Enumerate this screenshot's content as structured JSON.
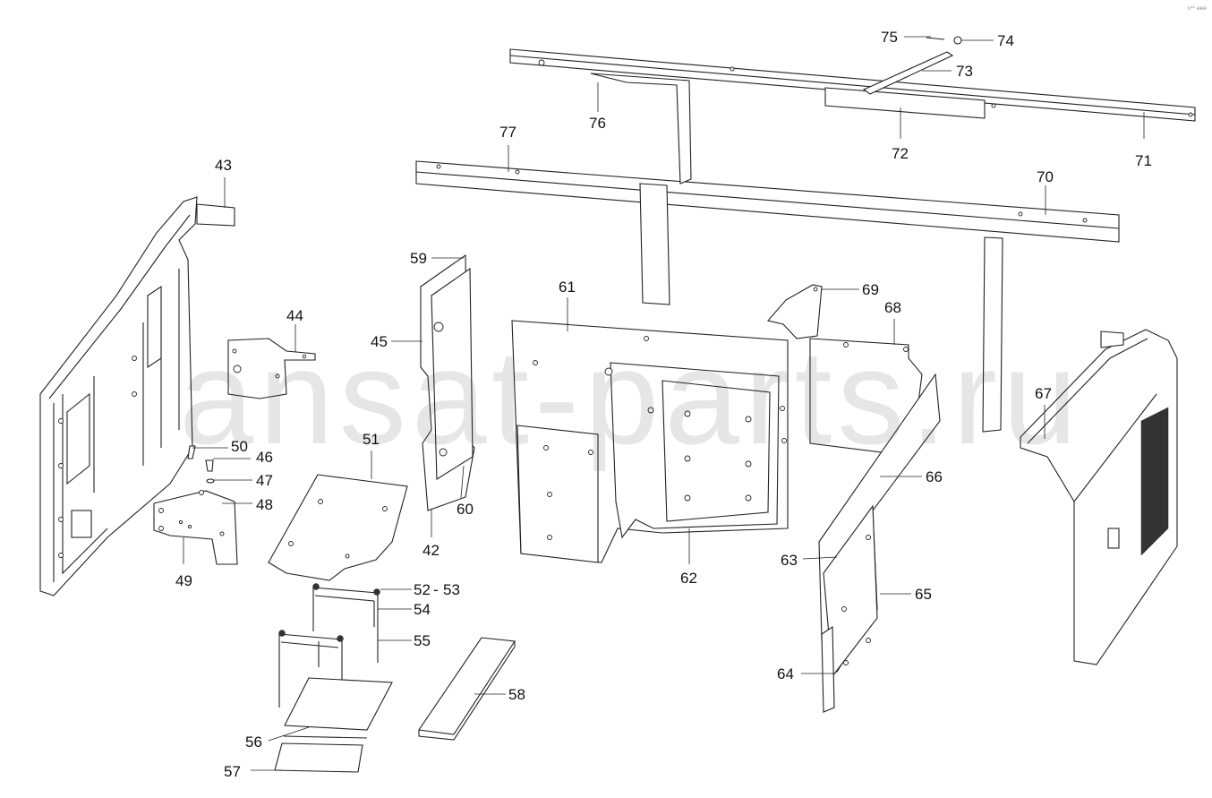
{
  "diagram": {
    "watermark": "ansat-parts.ru",
    "corner_mark": "n²¹ eee",
    "callouts": [
      "43",
      "44",
      "45",
      "42",
      "46",
      "47",
      "48",
      "49",
      "50",
      "51",
      "52",
      "53",
      "54",
      "55",
      "56",
      "57",
      "58",
      "59",
      "60",
      "61",
      "62",
      "63",
      "64",
      "65",
      "66",
      "67",
      "68",
      "69",
      "70",
      "71",
      "72",
      "73",
      "74",
      "75",
      "76",
      "77"
    ]
  }
}
